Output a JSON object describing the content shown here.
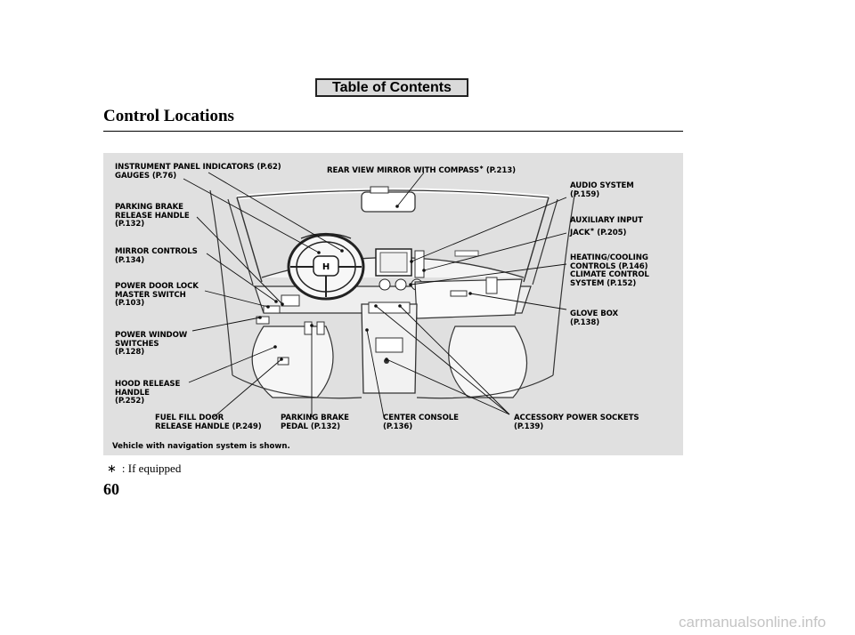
{
  "toc_label": "Table of Contents",
  "title": "Control Locations",
  "page_number": "60",
  "footnote": {
    "symbol": "∗",
    "text": ": If equipped"
  },
  "note": "Vehicle with navigation system is shown.",
  "watermark": "carmanualsonline.info",
  "labels": {
    "instrument": "INSTRUMENT PANEL INDICATORS (P.62)\nGAUGES (P.76)",
    "mirror": "REAR VIEW MIRROR WITH COMPASS",
    "mirror_star": "∗",
    "mirror_page": "(P.213)",
    "parking_release": "PARKING BRAKE\nRELEASE HANDLE\n(P.132)",
    "mirror_controls": "MIRROR CONTROLS\n(P.134)",
    "door_lock": "POWER DOOR LOCK\nMASTER SWITCH\n(P.103)",
    "window": "POWER WINDOW\nSWITCHES\n(P.128)",
    "hood": "HOOD RELEASE\nHANDLE\n(P.252)",
    "fuel": "FUEL FILL DOOR\nRELEASE HANDLE (P.249)",
    "brake_pedal": "PARKING BRAKE\nPEDAL (P.132)",
    "console": "CENTER CONSOLE\n(P.136)",
    "sockets": "ACCESSORY POWER SOCKETS\n(P.139)",
    "audio": "AUDIO SYSTEM\n(P.159)",
    "aux_line1": "AUXILIARY INPUT",
    "aux_line2a": "JACK",
    "aux_star": "∗",
    "aux_line2b": " (P.205)",
    "heating": "HEATING/COOLING\nCONTROLS (P.146)\nCLIMATE CONTROL\nSYSTEM (P.152)",
    "glove": "GLOVE BOX\n(P.138)"
  }
}
